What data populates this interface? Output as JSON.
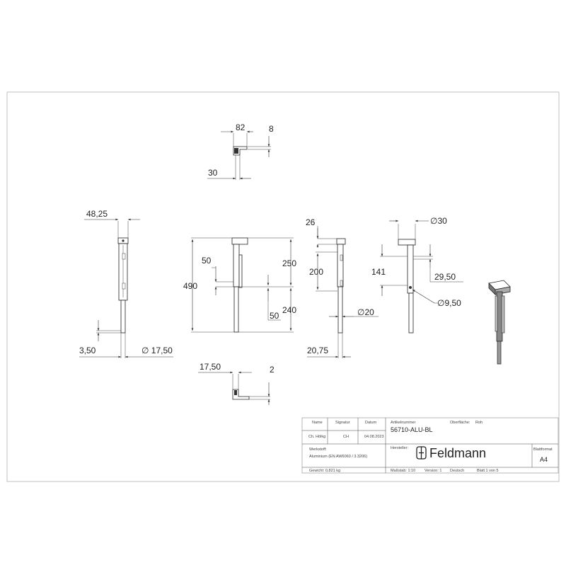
{
  "dimensions": {
    "top_width": "82",
    "top_thickness": "8",
    "top_offset": "30",
    "side_width": "48,25",
    "side_tip": "3,50",
    "side_dia": "17,50",
    "front_total": "490",
    "front_upper": "250",
    "front_lower": "240",
    "front_mid_a": "50",
    "front_mid_b": "50",
    "sec_head": "26",
    "sec_len": "200",
    "sec_rod_dia": "20",
    "sec_tip": "20,75",
    "r_dia": "30",
    "r_len": "141",
    "r_off": "29,50",
    "r_hole": "9,50",
    "bot_width": "17,50",
    "bot_thickness": "2"
  },
  "title_block": {
    "name_label": "Name",
    "signature_label": "Signatur",
    "date_label": "Datum",
    "name_value": "Ch. Hölkg",
    "signature_value": "CH",
    "date_value": "04.08.2023",
    "article_label": "Artikelnummer",
    "article_value": "56710-ALU-BL",
    "surface_label": "Oberfläche:",
    "surface_value": "Roh",
    "material_label": "Werkstoff:",
    "material_value": "Aluminium (EN AW6060 / 3.3206)",
    "manufacturer_label": "Hersteller:",
    "brand_name": "Feldmann",
    "sheet_format_label": "Blattformat",
    "sheet_format_value": "A4",
    "weight": "Gewicht: 0,821 kg",
    "scale": "Maßstab: 1:10",
    "version": "Version: 1",
    "language": "Deutsch",
    "sheet": "Blatt 1 von 5"
  }
}
